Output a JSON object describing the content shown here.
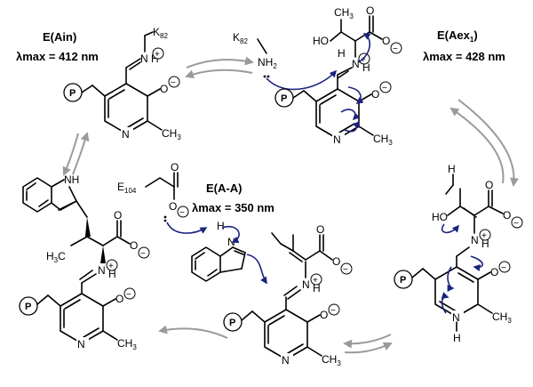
{
  "states": {
    "ain": {
      "name": "E(Ain)",
      "lambda": "λmax = 412 nm"
    },
    "aex1": {
      "name": "E(Aex",
      "name_sub": "1",
      "name_end": ")",
      "lambda": "λmax = 428 nm"
    },
    "aa": {
      "name": "E(A-A)",
      "lambda": "λmax = 350 nm"
    }
  },
  "labels": {
    "k82": "K",
    "k82_sub": "82",
    "e104": "E",
    "e104_sub": "104",
    "nh2": "NH",
    "nh2_sub": "2",
    "ch3": "CH",
    "ch3_sub": "3",
    "h3c": "H",
    "h3c_sub": "3",
    "h3c_c": "C",
    "ho": "HO",
    "o": "O",
    "n": "N",
    "h": "H",
    "nh": "NH",
    "p": "P",
    "plus": "+",
    "minus": "−"
  },
  "colors": {
    "arrow_gray": "#9a9a9a",
    "curly_arrow": "#1a237e"
  }
}
